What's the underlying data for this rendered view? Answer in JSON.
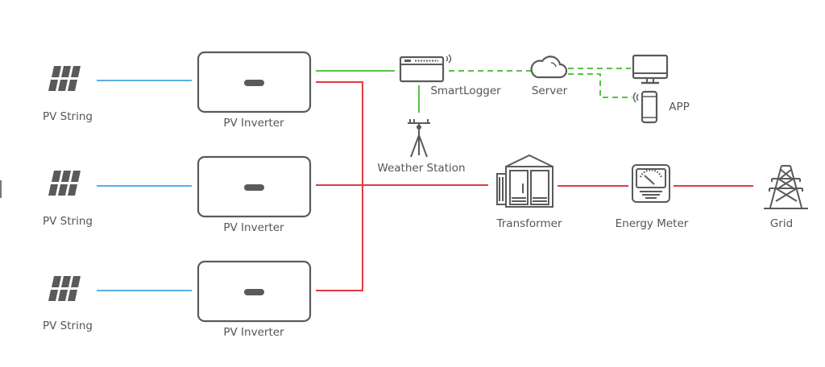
{
  "diagram": {
    "title": "PV Plant Monitoring System Topology",
    "colors": {
      "dc_line": "#5aaee6",
      "ac_line": "#e03a44",
      "comm_line": "#5cbf4a",
      "icon": "#5a5a5a",
      "label": "#555555"
    },
    "nodes": {
      "pv_string_1": {
        "label": "PV String"
      },
      "pv_string_2": {
        "label": "PV String"
      },
      "pv_string_3": {
        "label": "PV String"
      },
      "pv_inverter_1": {
        "label": "PV Inverter"
      },
      "pv_inverter_2": {
        "label": "PV Inverter"
      },
      "pv_inverter_3": {
        "label": "PV Inverter"
      },
      "smartlogger": {
        "label": "SmartLogger"
      },
      "weather_station": {
        "label": "Weather Station"
      },
      "server": {
        "label": "Server"
      },
      "monitor": {
        "label": ""
      },
      "app": {
        "label": "APP"
      },
      "transformer": {
        "label": "Transformer"
      },
      "energy_meter": {
        "label": "Energy Meter"
      },
      "grid": {
        "label": "Grid"
      }
    },
    "edges": [
      {
        "from": "pv_string_1",
        "to": "pv_inverter_1",
        "type": "dc"
      },
      {
        "from": "pv_string_2",
        "to": "pv_inverter_2",
        "type": "dc"
      },
      {
        "from": "pv_string_3",
        "to": "pv_inverter_3",
        "type": "dc"
      },
      {
        "from": "pv_inverter_1",
        "to": "smartlogger",
        "type": "comm"
      },
      {
        "from": "smartlogger",
        "to": "weather_station",
        "type": "comm"
      },
      {
        "from": "smartlogger",
        "to": "server",
        "type": "comm-wireless"
      },
      {
        "from": "server",
        "to": "monitor",
        "type": "comm-wireless"
      },
      {
        "from": "server",
        "to": "app",
        "type": "comm-wireless"
      },
      {
        "from": "pv_inverter_1",
        "to": "transformer",
        "type": "ac"
      },
      {
        "from": "pv_inverter_2",
        "to": "transformer",
        "type": "ac"
      },
      {
        "from": "pv_inverter_3",
        "to": "transformer",
        "type": "ac"
      },
      {
        "from": "transformer",
        "to": "energy_meter",
        "type": "ac"
      },
      {
        "from": "energy_meter",
        "to": "grid",
        "type": "ac"
      }
    ]
  }
}
